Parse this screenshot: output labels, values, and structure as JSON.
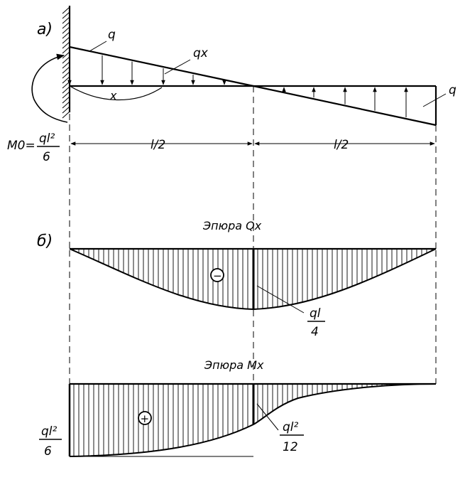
{
  "labels": {
    "part_a": "а)",
    "part_b": "б)",
    "q_left": "q",
    "qx": "qx",
    "x": "x",
    "q_right": "q",
    "m0_prefix": "M0=",
    "m0_num": "ql²",
    "m0_den": "6",
    "span_left": "l/2",
    "span_right": "l/2",
    "title_q": "Эпюра  Qx",
    "minus_sign": "−",
    "q_mid_num": "ql",
    "q_mid_den": "4",
    "title_m": "Эпюра  Mx",
    "plus_sign": "+",
    "m_left_num": "ql²",
    "m_left_den": "6",
    "m_mid_num": "ql²",
    "m_mid_den": "12"
  }
}
